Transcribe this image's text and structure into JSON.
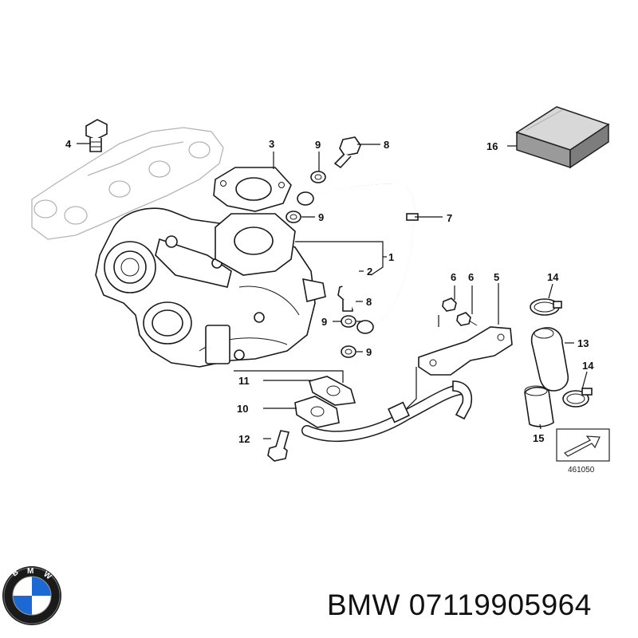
{
  "diagram": {
    "callouts": [
      "1",
      "2",
      "3",
      "4",
      "5",
      "6",
      "6",
      "7",
      "8",
      "8",
      "9",
      "9",
      "9",
      "9",
      "10",
      "11",
      "12",
      "13",
      "14",
      "14",
      "15",
      "16"
    ],
    "reference_number": "461050"
  },
  "brand": {
    "logo_letters": "BMW",
    "colors": {
      "ring": "#111111",
      "blue": "#1c69d4",
      "white": "#ffffff"
    }
  },
  "caption": {
    "brand": "BMW",
    "part_number": "07119905964"
  }
}
